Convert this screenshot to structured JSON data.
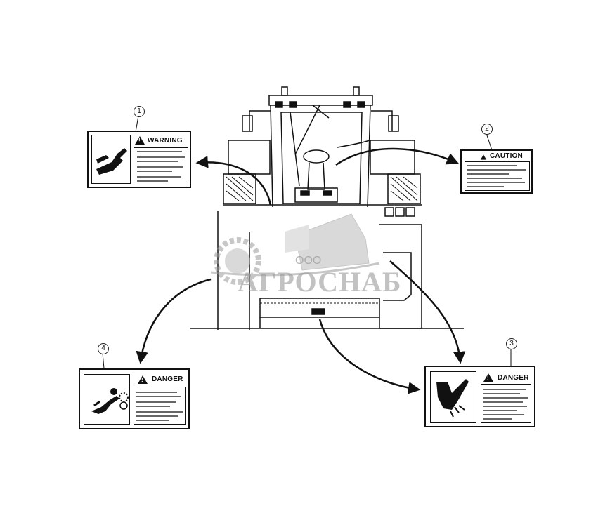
{
  "callouts": [
    "1",
    "2",
    "3",
    "4"
  ],
  "labels": {
    "warning": {
      "header": "WARNING"
    },
    "caution": {
      "header": "CAUTION"
    },
    "danger_left": {
      "header": "DANGER"
    },
    "danger_right": {
      "header": "DANGER"
    }
  },
  "watermark": {
    "company_prefix": "ООО",
    "company_name": "АГРОСНАБ"
  },
  "colors": {
    "line": "#111111",
    "watermark": "#9a9a9a",
    "background": "#ffffff"
  },
  "icons": [
    "warning-triangle-icon",
    "hand-entanglement-icon",
    "person-entanglement-icon",
    "hand-crush-icon",
    "gear-icon",
    "combine-harvester-icon"
  ]
}
